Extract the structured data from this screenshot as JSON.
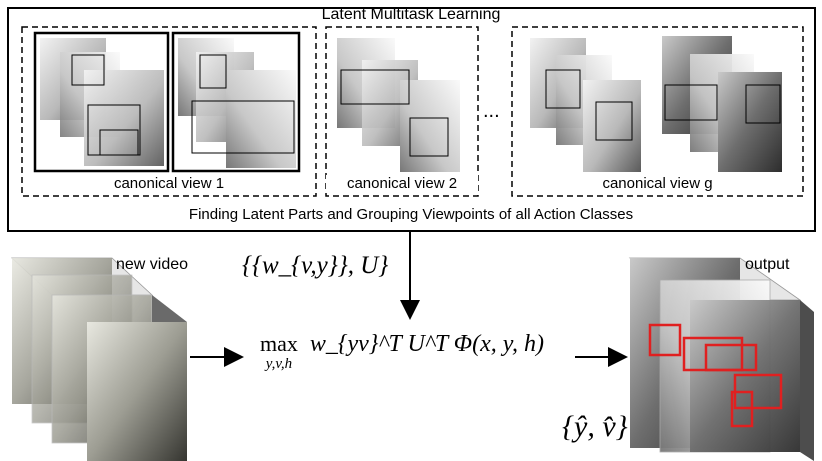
{
  "top_panel": {
    "title": "Latent Multitask Learning",
    "caption": "Finding Latent Parts and Grouping Viewpoints of all Action Classes",
    "groups": [
      {
        "label": "canonical view 1"
      },
      {
        "label": "canonical view 2"
      },
      {
        "label": "canonical view g"
      }
    ],
    "ellipsis": "..."
  },
  "input": {
    "label": "new video"
  },
  "output": {
    "label": "output",
    "prediction": "{ŷ, v̂}"
  },
  "parameters": "{{w_{v,y}}, U}",
  "objective": {
    "op": "max",
    "subscript": "y,v,h",
    "expression": "w_{yv}^T U^T Φ(x, y, h)"
  },
  "colors": {
    "detection_box": "#e02020",
    "part_box": "#000000",
    "frame_dark": "#3a3a3a",
    "frame_light": "#d8d8d8"
  },
  "icons": [
    "video-frame-stack",
    "arrow-down",
    "arrow-right"
  ]
}
